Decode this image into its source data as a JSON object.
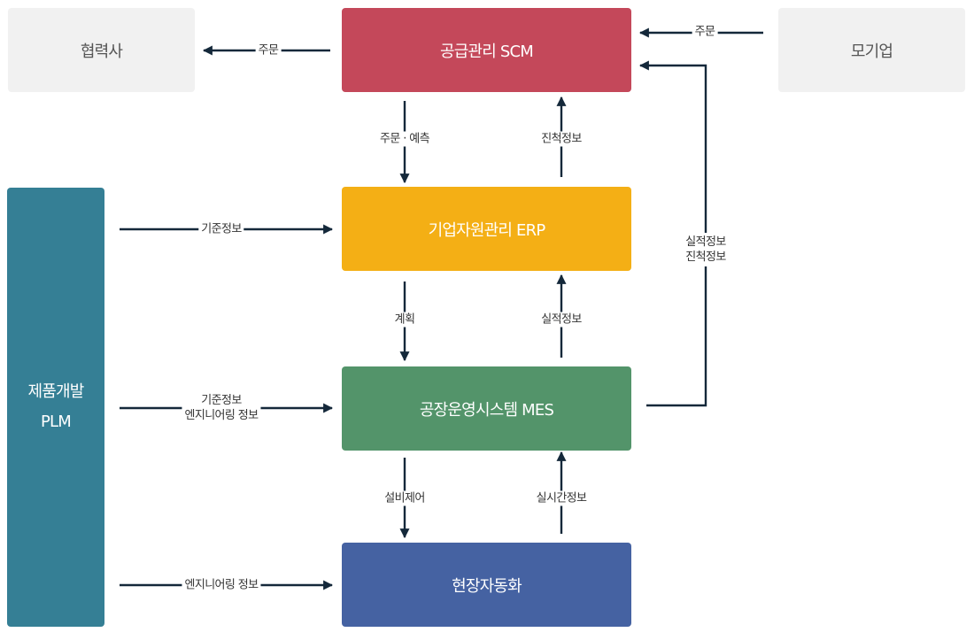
{
  "nodes": {
    "partner": "협력사",
    "parent_company": "모기업",
    "scm": "공급관리 SCM",
    "erp": "기업자원관리 ERP",
    "mes": "공장운영시스템 MES",
    "automation": "현장자동화",
    "plm_line1": "제품개발",
    "plm_line2": "PLM"
  },
  "edges": {
    "scm_to_partner": "주문",
    "parent_to_scm": "주문",
    "scm_to_erp": "주문 · 예측",
    "erp_to_scm": "진척정보",
    "erp_to_mes": "계획",
    "mes_to_erp": "실적정보",
    "mes_to_scm_line1": "실적정보",
    "mes_to_scm_line2": "진척정보",
    "mes_to_automation": "설비제어",
    "automation_to_mes": "실시간정보",
    "plm_to_erp": "기준정보",
    "plm_to_mes_line1": "기준정보",
    "plm_to_mes_line2": "엔지니어링 정보",
    "plm_to_automation": "엔지니어링 정보"
  },
  "colors": {
    "scm": "#c4485a",
    "erp": "#f4af15",
    "mes": "#53946a",
    "automation": "#4562a2",
    "plm": "#357f95",
    "grey_box": "#f1f1f1",
    "connector": "#14283a"
  }
}
